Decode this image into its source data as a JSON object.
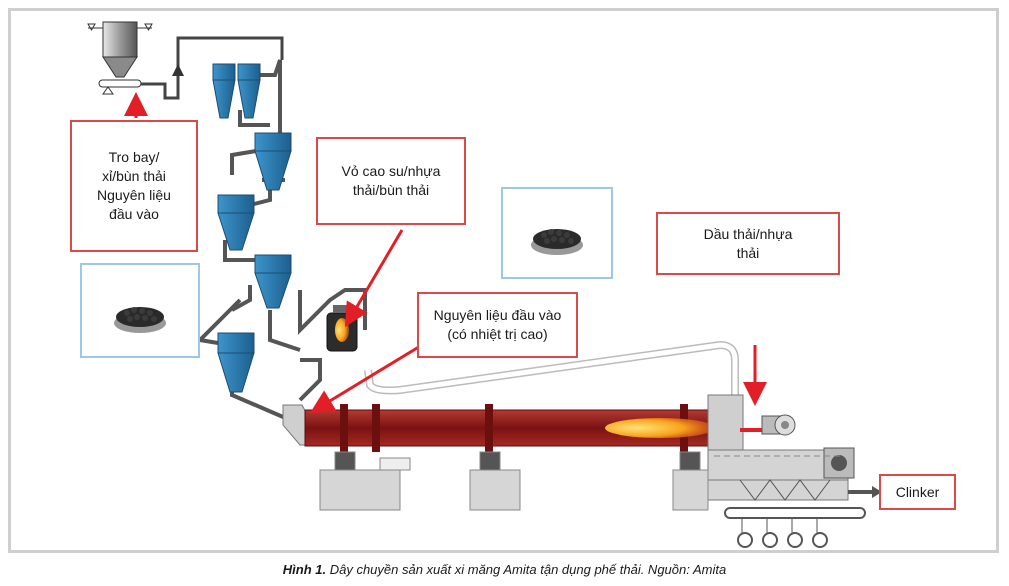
{
  "labels": {
    "input_ash": "Tro bay/\nxỉ/bùn thải\nNguyên liệu\nđầu vào",
    "rubber": "Vỏ cao su/nhựa\nthải/bùn thải",
    "high_heat": "Nguyên liệu đầu vào\n(có nhiệt trị cao)",
    "oil": "Dầu thải/nhựa\nthải",
    "clinker": "Clinker"
  },
  "caption": {
    "prefix": "Hình 1.",
    "text": " Dây chuyền sản xuất xi măng Amita tận dụng phế thải. Nguồn: Amita"
  },
  "colors": {
    "arrow": "#e21f26",
    "box_border": "#d94a4a",
    "cyclone": "#2a7fb8",
    "kiln": "#8b1a1a",
    "flame": "#f7a21b",
    "sample_border": "#9ec6e6"
  }
}
